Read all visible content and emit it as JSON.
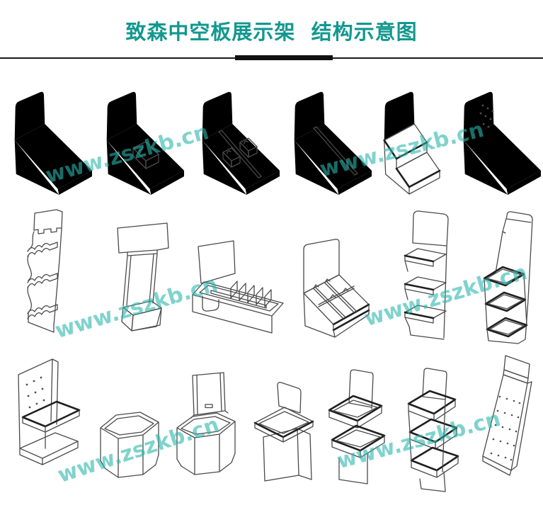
{
  "header": {
    "title": "致森中空板展示架  结构示意图"
  },
  "watermark": {
    "text": "www.zszkb.cn"
  },
  "colors": {
    "title_teal": "#12988F",
    "watermark_teal": "#29B6AB",
    "line_art": "#4A4A4A",
    "divider": "#111111",
    "background": "#FFFFFF"
  },
  "figure": {
    "rows": [
      {
        "items": [
          "counter-display-plain-sloped-bin",
          "counter-display-sloped-bin-with-riser-step",
          "counter-display-center-divider-two-steps",
          "counter-display-single-diagonal-divider",
          "counter-display-two-step-tiers",
          "counter-display-perforated-back-panel"
        ]
      },
      {
        "items": [
          "three-tier-scalloped-rack",
          "t-header-dump-bin",
          "long-tray-with-slot-dividers",
          "sloped-tray-six-compartments",
          "floor-stand-header-three-angled-trays",
          "floor-stand-three-diamond-shelves"
        ]
      },
      {
        "items": [
          "pegboard-panel-stand-with-shelf",
          "hexagonal-dump-bin",
          "hexagonal-dump-bin-with-header",
          "floor-dump-bin-slanted-tray-header",
          "floor-stand-two-angled-trays",
          "floor-stand-three-angled-trays",
          "leaning-pegboard-floor-stand"
        ]
      }
    ]
  }
}
